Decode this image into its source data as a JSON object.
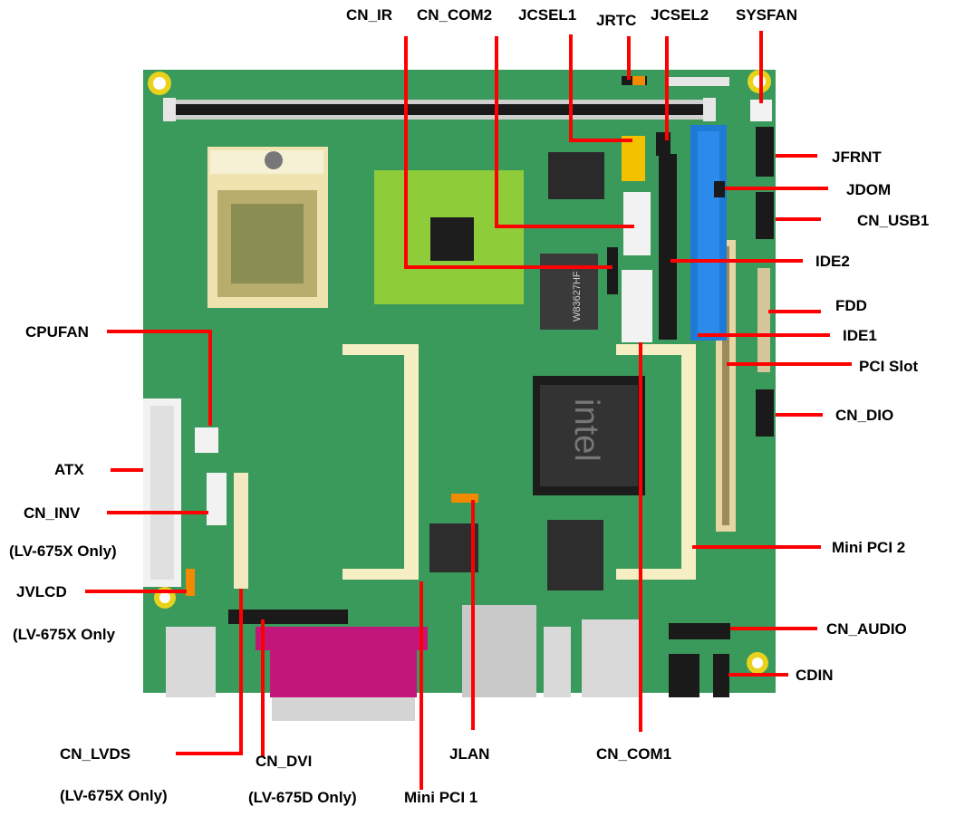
{
  "diagram": {
    "labels": {
      "cn_ir": "CN_IR",
      "cn_com2": "CN_COM2",
      "jcsel1": "JCSEL1",
      "jrtc": "JRTC",
      "jcsel2": "JCSEL2",
      "sysfan": "SYSFAN",
      "jfrnt": "JFRNT",
      "jdom": "JDOM",
      "cn_usb1": "CN_USB1",
      "ide2": "IDE2",
      "fdd": "FDD",
      "ide1": "IDE1",
      "pci_slot": "PCI Slot",
      "cn_dio": "CN_DIO",
      "mini_pci_2": "Mini PCI 2",
      "cn_audio": "CN_AUDIO",
      "cdin": "CDIN",
      "cpufan": "CPUFAN",
      "atx": "ATX",
      "cn_inv": "CN_INV",
      "lv675x_only_1": "(LV-675X Only)",
      "jvlcd": "JVLCD",
      "lv675x_only_2": "(LV-675X Only",
      "cn_lvds": "CN_LVDS",
      "lv675x_only_3": "(LV-675X Only)",
      "cn_dvi": "CN_DVI",
      "lv675d_only": "(LV-675D Only)",
      "mini_pci_1": "Mini PCI 1",
      "jlan": "JLAN",
      "cn_com1": "CN_COM1"
    },
    "chip_text": {
      "superio": "W83627HF",
      "northbridge": "intel"
    },
    "colors": {
      "board": "#3a9a5b",
      "leader": "#ff0000",
      "ide1_blue": "#1e7ad6",
      "dvi_magenta": "#c3167a",
      "jumper_yellow": "#f2c200"
    }
  }
}
